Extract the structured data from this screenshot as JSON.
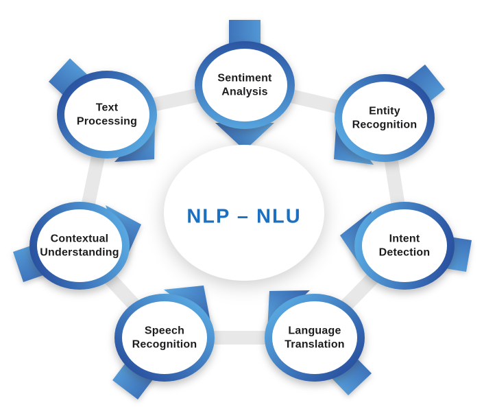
{
  "center": {
    "title": "NLP – NLU"
  },
  "nodes": [
    {
      "id": "sentiment-analysis",
      "label": "Sentiment\nAnalysis"
    },
    {
      "id": "entity-recognition",
      "label": "Entity\nRecognition"
    },
    {
      "id": "intent-detection",
      "label": "Intent\nDetection"
    },
    {
      "id": "language-translation",
      "label": "Language\nTranslation"
    },
    {
      "id": "speech-recognition",
      "label": "Speech\nRecognition"
    },
    {
      "id": "contextual-understanding",
      "label": "Contextual\nUnderstanding"
    },
    {
      "id": "text-processing",
      "label": "Text\nProcessing"
    }
  ],
  "colors": {
    "ring_dark": "#2A52A0",
    "ring_light": "#58A7E0",
    "arrow_dark": "#3563AE",
    "arrow_light": "#5CA9E2",
    "connector_gray": "#E8E8E8",
    "hub_fill": "#FFFFFF",
    "node_fill": "#FFFFFF",
    "center_text": "#1B70C1",
    "node_text": "#1C1C1E",
    "background": "#FFFFFF"
  }
}
